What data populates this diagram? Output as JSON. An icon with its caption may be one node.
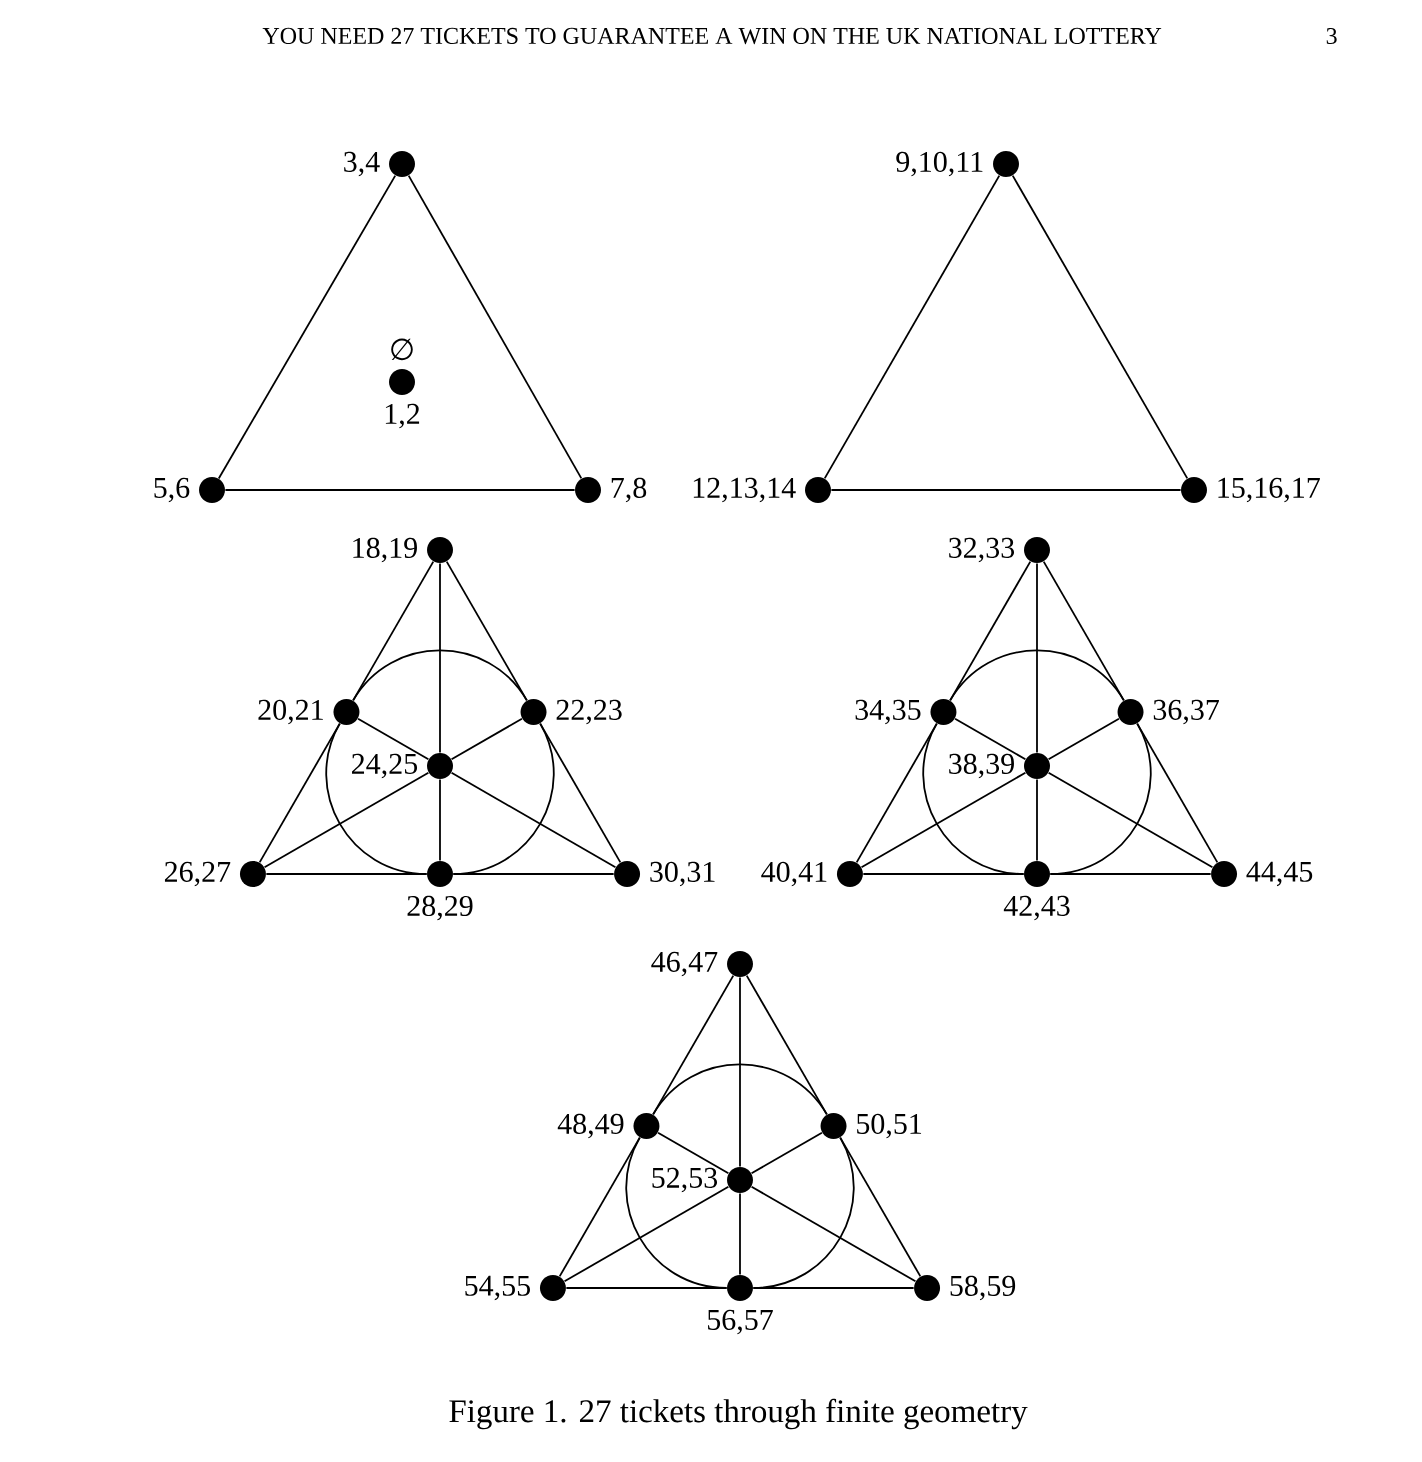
{
  "diagram": {
    "caption": "Figure 1. 27 tickets through finite geometry",
    "nodes": [
      {
        "text": [
          "3,4"
        ]
      },
      {
        "text": [
          "∅",
          "1,2"
        ]
      },
      {
        "text": [
          "5,6"
        ]
      },
      {
        "text": [
          "7,8"
        ]
      },
      {
        "text": [
          "9,10,11"
        ]
      },
      {
        "text": [
          "12,13,14"
        ]
      },
      {
        "text": [
          "15,16,17"
        ]
      },
      {
        "text": [
          "18,19"
        ]
      },
      {
        "text": [
          "20,21"
        ]
      },
      {
        "text": [
          "22,23"
        ]
      },
      {
        "text": [
          "24,25"
        ]
      },
      {
        "text": [
          "26,27"
        ]
      },
      {
        "text": [
          "28,29"
        ]
      },
      {
        "text": [
          "30,31"
        ]
      },
      {
        "text": [
          "32,33"
        ]
      },
      {
        "text": [
          "34,35"
        ]
      },
      {
        "text": [
          "36,37"
        ]
      },
      {
        "text": [
          "38,39"
        ]
      },
      {
        "text": [
          "40,41"
        ]
      },
      {
        "text": [
          "42,43"
        ]
      },
      {
        "text": [
          "44,45"
        ]
      },
      {
        "text": [
          "46,47"
        ]
      },
      {
        "text": [
          "48,49"
        ]
      },
      {
        "text": [
          "50,51"
        ]
      },
      {
        "text": [
          "52,53"
        ]
      },
      {
        "text": [
          "54,55"
        ]
      },
      {
        "text": [
          "56,57"
        ]
      },
      {
        "text": [
          "58,59"
        ]
      }
    ],
    "edges": [
      {
        "from": 0,
        "to": 2,
        "arrow": "none"
      },
      {
        "from": 2,
        "to": 3,
        "arrow": "none"
      },
      {
        "from": 3,
        "to": 0,
        "arrow": "none"
      },
      {
        "from": 4,
        "to": 5,
        "arrow": "none"
      },
      {
        "from": 5,
        "to": 6,
        "arrow": "none"
      },
      {
        "from": 6,
        "to": 4,
        "arrow": "none"
      },
      {
        "from": 7,
        "to": 8,
        "arrow": "none"
      },
      {
        "from": 8,
        "to": 11,
        "arrow": "none"
      },
      {
        "from": 7,
        "to": 9,
        "arrow": "none"
      },
      {
        "from": 9,
        "to": 13,
        "arrow": "none"
      },
      {
        "from": 11,
        "to": 12,
        "arrow": "none"
      },
      {
        "from": 12,
        "to": 13,
        "arrow": "none"
      },
      {
        "from": 7,
        "to": 10,
        "arrow": "none"
      },
      {
        "from": 10,
        "to": 12,
        "arrow": "none"
      },
      {
        "from": 8,
        "to": 10,
        "arrow": "none"
      },
      {
        "from": 10,
        "to": 13,
        "arrow": "none"
      },
      {
        "from": 9,
        "to": 10,
        "arrow": "none"
      },
      {
        "from": 10,
        "to": 11,
        "arrow": "none"
      },
      {
        "from": 12,
        "to": 9,
        "arrow": "none"
      },
      {
        "from": 9,
        "to": 8,
        "arrow": "none"
      },
      {
        "from": 8,
        "to": 12,
        "arrow": "none"
      },
      {
        "from": 14,
        "to": 15,
        "arrow": "none"
      },
      {
        "from": 15,
        "to": 18,
        "arrow": "none"
      },
      {
        "from": 14,
        "to": 16,
        "arrow": "none"
      },
      {
        "from": 16,
        "to": 20,
        "arrow": "none"
      },
      {
        "from": 18,
        "to": 19,
        "arrow": "none"
      },
      {
        "from": 19,
        "to": 20,
        "arrow": "none"
      },
      {
        "from": 14,
        "to": 17,
        "arrow": "none"
      },
      {
        "from": 17,
        "to": 19,
        "arrow": "none"
      },
      {
        "from": 15,
        "to": 17,
        "arrow": "none"
      },
      {
        "from": 17,
        "to": 20,
        "arrow": "none"
      },
      {
        "from": 16,
        "to": 17,
        "arrow": "none"
      },
      {
        "from": 17,
        "to": 18,
        "arrow": "none"
      },
      {
        "from": 19,
        "to": 16,
        "arrow": "none"
      },
      {
        "from": 16,
        "to": 15,
        "arrow": "none"
      },
      {
        "from": 15,
        "to": 19,
        "arrow": "none"
      },
      {
        "from": 21,
        "to": 22,
        "arrow": "none"
      },
      {
        "from": 22,
        "to": 25,
        "arrow": "none"
      },
      {
        "from": 21,
        "to": 23,
        "arrow": "none"
      },
      {
        "from": 23,
        "to": 27,
        "arrow": "none"
      },
      {
        "from": 25,
        "to": 26,
        "arrow": "none"
      },
      {
        "from": 26,
        "to": 27,
        "arrow": "none"
      },
      {
        "from": 21,
        "to": 24,
        "arrow": "none"
      },
      {
        "from": 24,
        "to": 26,
        "arrow": "none"
      },
      {
        "from": 22,
        "to": 24,
        "arrow": "none"
      },
      {
        "from": 24,
        "to": 27,
        "arrow": "none"
      },
      {
        "from": 23,
        "to": 24,
        "arrow": "none"
      },
      {
        "from": 24,
        "to": 25,
        "arrow": "none"
      },
      {
        "from": 26,
        "to": 23,
        "arrow": "none"
      },
      {
        "from": 23,
        "to": 22,
        "arrow": "none"
      },
      {
        "from": 22,
        "to": 26,
        "arrow": "none"
      }
    ],
    "labels": [
      "YOU NEED 27 TICKETS TO GUARANTEE A WIN ON THE UK NATIONAL LOTTERY",
      "3"
    ]
  }
}
